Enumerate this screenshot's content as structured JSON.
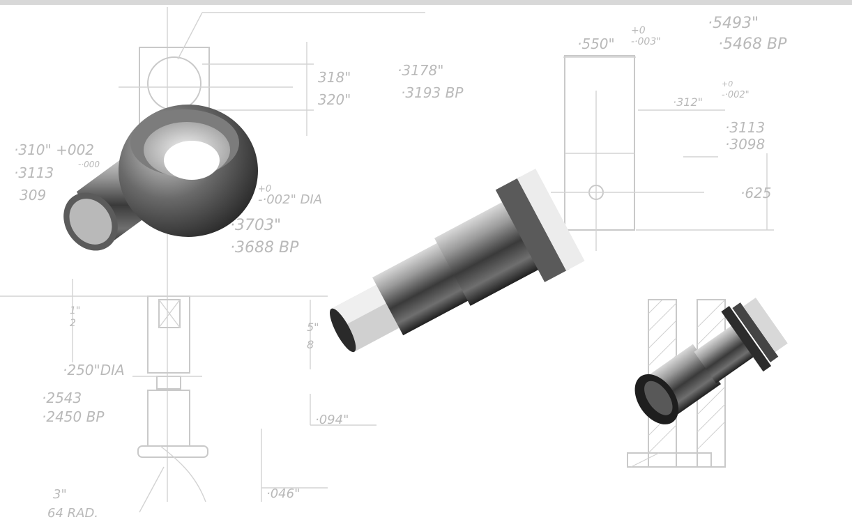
{
  "dimensions": {
    "a": "318\"",
    "b": "320\"",
    "c": "·3178\"",
    "d": "·3193 BP",
    "e": "·310\" +002",
    "e2": "-·000",
    "f": "·3113",
    "g": "309",
    "h": "+0",
    "h2": "-·002\" DIA",
    "i": "·3703\"",
    "j": "·3688 BP",
    "k": "1\"",
    "k2": "2",
    "l": "5\"",
    "l2": "8",
    "m": "·250\"DIA",
    "n": "·2543",
    "o": "·2450 BP",
    "p": "·094\"",
    "q": "·046\"",
    "r": "3\"",
    "r2": "64 RAD.",
    "s": "·550\"",
    "s2": "+0",
    "s3": "-·003\"",
    "t": "·5493\"",
    "u": "·5468 BP",
    "v": "·312\"",
    "v2": "+0",
    "v3": "-·002\"",
    "w": "·3113",
    "x": "·3098",
    "y": "·625"
  },
  "colors": {
    "background": "#ffffff",
    "drawing": "#c4c4c4",
    "metal_dark": "#2a2a2a",
    "metal_light": "#e6e6e6"
  }
}
